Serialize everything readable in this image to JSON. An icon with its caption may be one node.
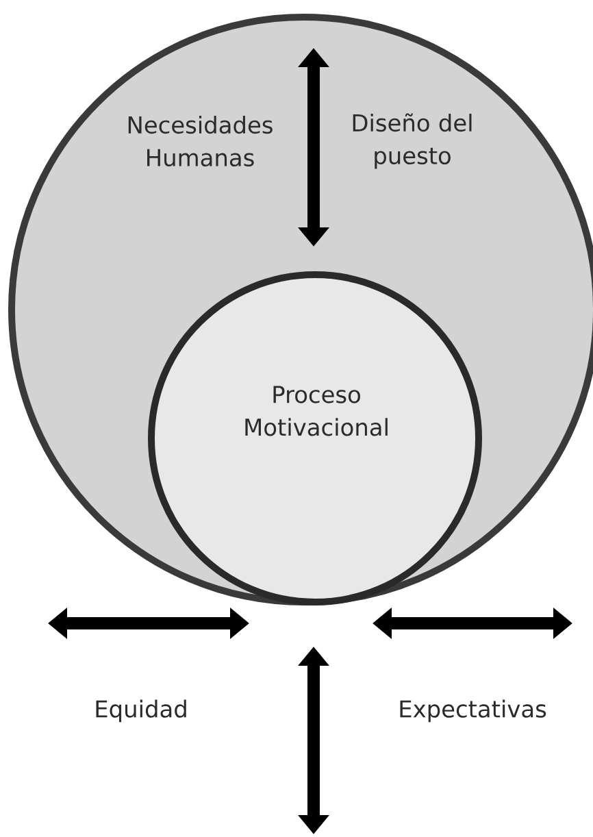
{
  "diagram": {
    "nodes": [
      {
        "text": [
          "Necesidades Humanas",
          "Diseño del puesto"
        ]
      },
      {
        "text": [
          "Proceso Motivacional"
        ],
        "in": 0
      }
    ],
    "labels": [
      "Equidad",
      "Expectativas"
    ]
  }
}
